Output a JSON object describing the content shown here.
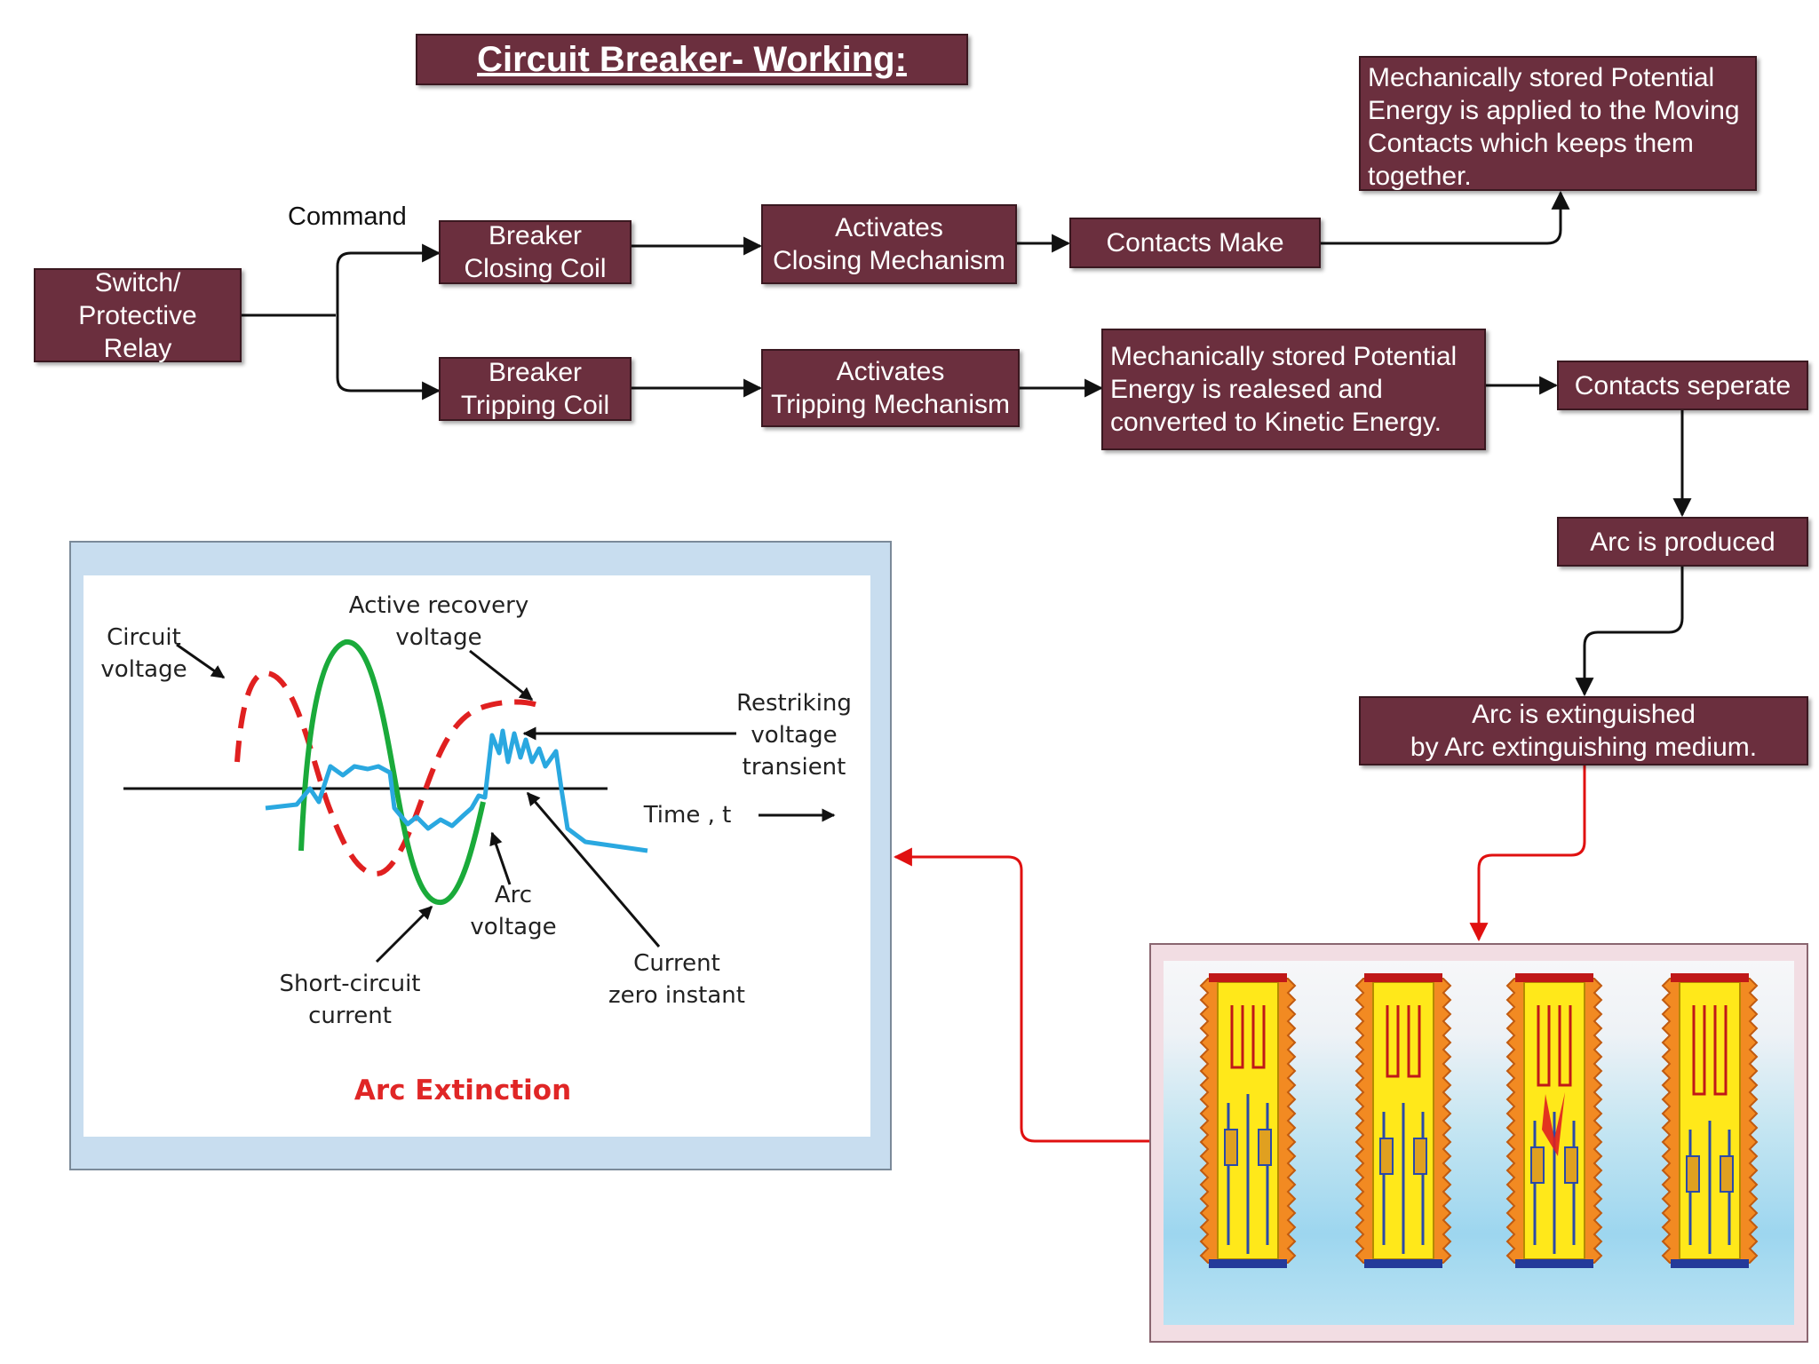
{
  "title": "Circuit Breaker- Working:",
  "command_label": "Command",
  "boxes": {
    "relay": "Switch/\nProtective Relay",
    "closing_coil": "Breaker\nClosing Coil",
    "activates_closing": "Activates\nClosing Mechanism",
    "contacts_make": "Contacts Make",
    "stored_energy_applied": "Mechanically stored Potential\nEnergy is applied to the Moving\nContacts which keeps them\ntogether.",
    "tripping_coil": "Breaker\nTripping Coil",
    "activates_tripping": "Activates\nTripping Mechanism",
    "stored_energy_released": "Mechanically stored Potential\nEnergy is realesed and\nconverted to Kinetic Energy.",
    "contacts_separate": "Contacts seperate",
    "arc_produced": "Arc is produced",
    "arc_extinguished": "Arc is extinguished\nby Arc extinguishing medium."
  },
  "waveform": {
    "caption": "Arc Extinction",
    "labels": {
      "circuit_voltage": "Circuit\nvoltage",
      "active_recovery": "Active recovery\nvoltage",
      "restriking": "Restriking\nvoltage\ntransient",
      "time": "Time , t",
      "arc_voltage": "Arc\nvoltage",
      "short_circuit": "Short-circuit\ncurrent",
      "current_zero": "Current\nzero instant"
    },
    "colors": {
      "circuit_voltage": "#e02020",
      "current": "#1aaa3a",
      "arc_voltage": "#2aa8e0",
      "caption": "#e02626"
    }
  },
  "colors": {
    "box_fill": "#6b2f3e",
    "flow_arrow": "#111111",
    "result_arrow": "#e01010"
  }
}
